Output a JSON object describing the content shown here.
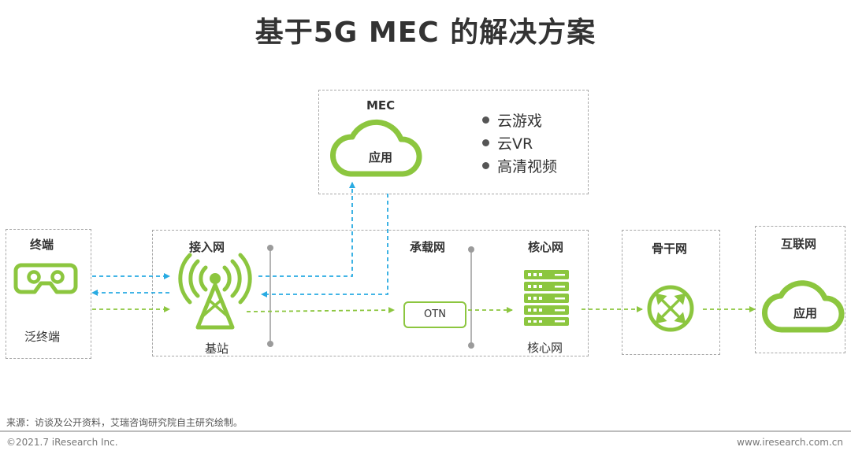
{
  "title": "基于5G MEC 的解决方案",
  "mec": {
    "label": "MEC",
    "cloud_label": "应用",
    "services": [
      "云游戏",
      "云VR",
      "高清视频"
    ]
  },
  "terminal": {
    "label": "终端",
    "caption": "泛终端",
    "icon": "vr-headset-icon"
  },
  "access": {
    "label": "接入网",
    "caption": "基站",
    "icon": "cell-tower-icon"
  },
  "bearer": {
    "label": "承载网",
    "otn": "OTN"
  },
  "core": {
    "label": "核心网",
    "caption": "核心网",
    "icon": "server-rack-icon"
  },
  "backbone": {
    "label": "骨干网",
    "icon": "router-icon"
  },
  "internet": {
    "label": "互联网",
    "cloud_label": "应用"
  },
  "colors": {
    "green": "#8cc63f",
    "blue": "#29abe2",
    "border": "#a8a8a8",
    "text": "#333333"
  },
  "footer": {
    "source": "来源：访谈及公开资料，艾瑞咨询研究院自主研究绘制。",
    "copyright": "©2021.7 iResearch Inc.",
    "website": "www.iresearch.com.cn"
  }
}
